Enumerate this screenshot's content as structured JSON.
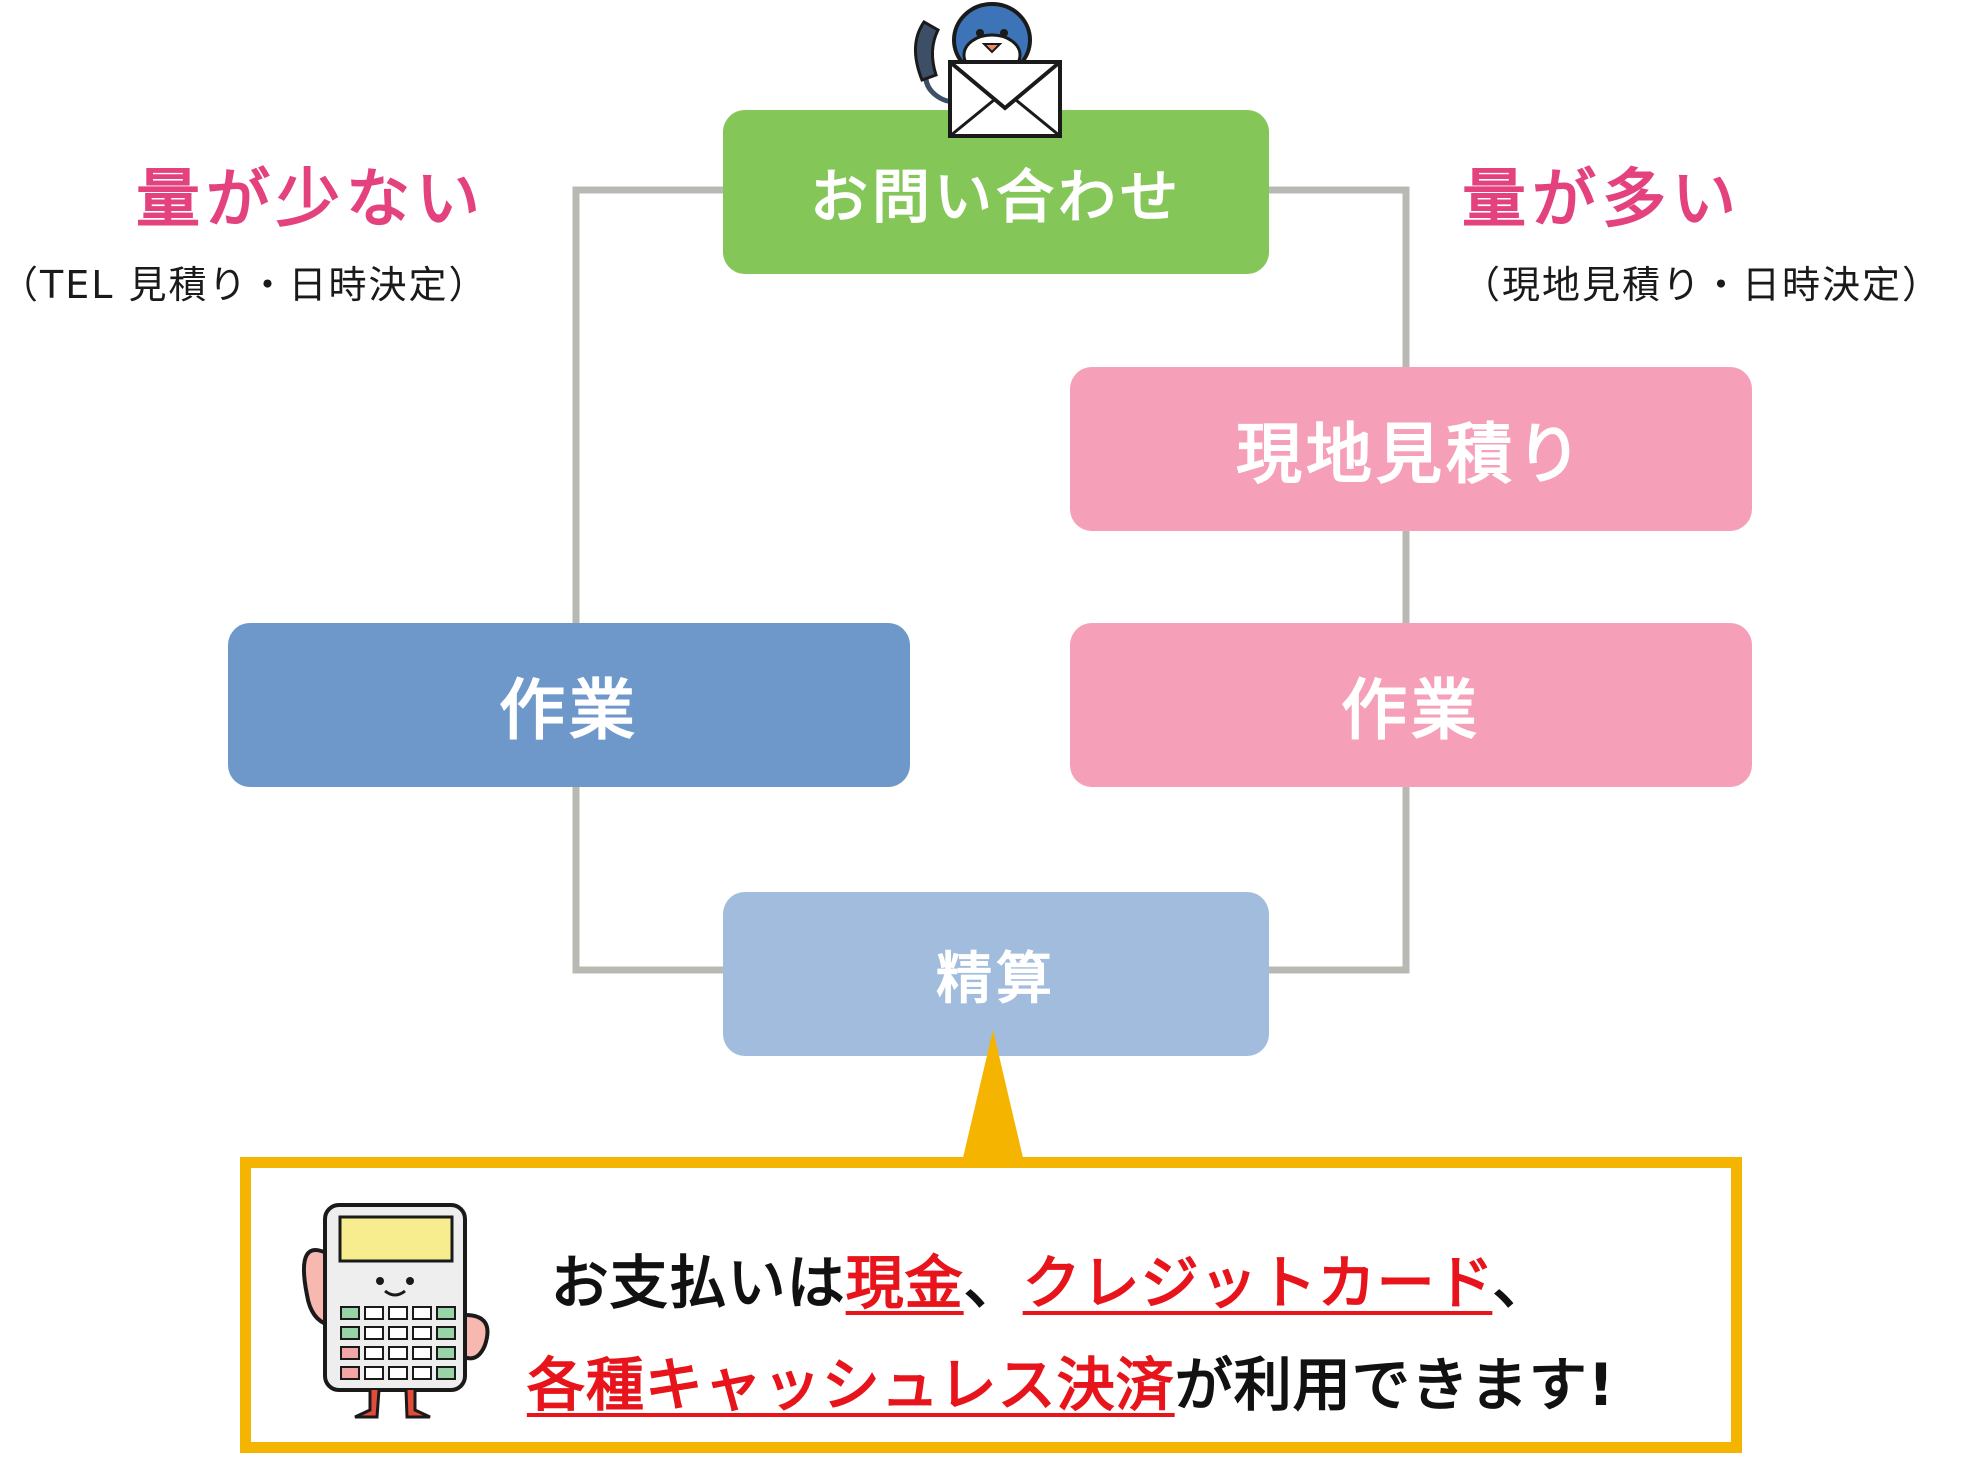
{
  "nodes": {
    "inquiry": "お問い合わせ",
    "site_estimate": "現地見積り",
    "work_left": "作業",
    "work_right": "作業",
    "settlement": "精算"
  },
  "branches": {
    "few": {
      "heading": "量が少ない",
      "note": "（TEL 見積り・日時決定）"
    },
    "many": {
      "heading": "量が多い",
      "note": "（現地見積り・日時決定）"
    }
  },
  "payment": {
    "line1": [
      {
        "text": "お支払いは",
        "highlight": false
      },
      {
        "text": "現金",
        "highlight": true
      },
      {
        "text": "、",
        "highlight": false
      },
      {
        "text": "クレジットカード",
        "highlight": true
      },
      {
        "text": "、",
        "highlight": false
      }
    ],
    "line2": [
      {
        "text": "各種キャッシュレス決済",
        "highlight": true
      },
      {
        "text": "が利用できます!",
        "highlight": false
      }
    ]
  },
  "colors": {
    "inquiry": "#84c657",
    "pink": "#f59fb9",
    "work_left": "#6d98c9",
    "settlement": "#a2bcdd",
    "heading": "#e3427f",
    "connector": "#b8b9b3",
    "callout_border": "#f4b400",
    "highlight": "#e8141b"
  }
}
